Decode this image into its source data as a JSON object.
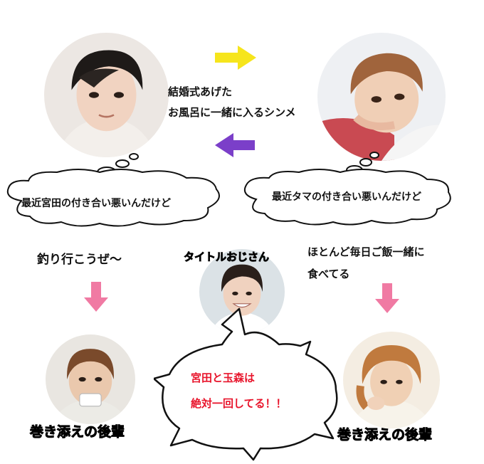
{
  "top_text": {
    "line1": "結婚式あげた",
    "line2": "お風呂に一緒に入るシンメ"
  },
  "left_bubble": "最近宮田の付き合い悪いんだけど",
  "right_bubble": "最近タマの付き合い悪いんだけど",
  "left_caption": "釣り行こうぜ～",
  "center_label": "タイトルおじさん",
  "right_caption": {
    "line1": "ほとんど毎日ご飯一緒に",
    "line2": "食べてる"
  },
  "burst": {
    "line1": "宮田と玉森は",
    "line2": "絶対一回してる！！"
  },
  "bottom_left_label": "巻き添えの後輩",
  "bottom_right_label": "巻き添えの後輩",
  "colors": {
    "arrow_right": "#f6e51c",
    "arrow_left": "#7b3fc9",
    "arrow_down": "#f07aa3",
    "label_left": "#f7e433",
    "label_right": "#b99ad8",
    "center_label": "#3ddc1f",
    "burst_text": "#e8142b"
  },
  "icons": [
    "arrow-right-icon",
    "arrow-left-icon",
    "arrow-down-icon"
  ]
}
